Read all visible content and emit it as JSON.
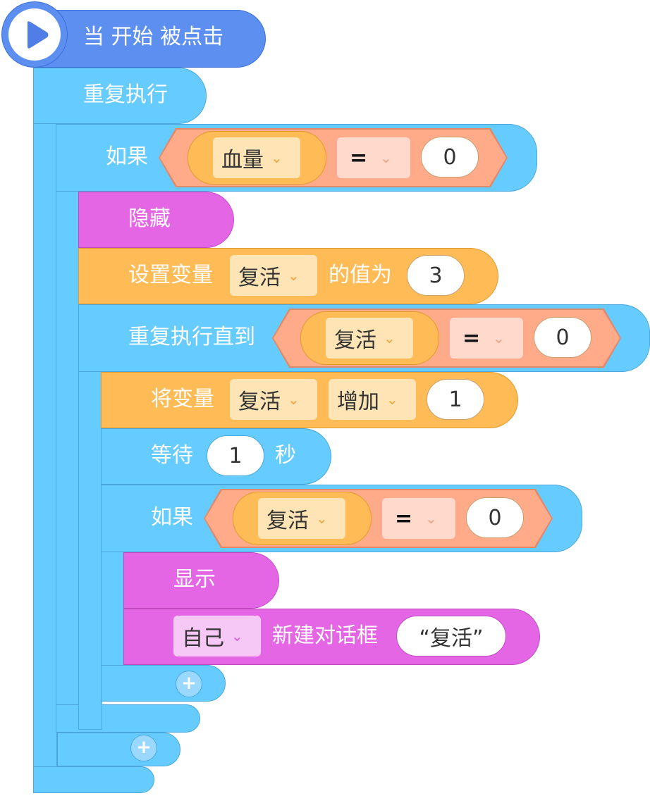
{
  "event": {
    "label": "当 开始 被点击",
    "icon": "play-icon"
  },
  "forever": {
    "label": "重复执行"
  },
  "if1": {
    "label": "如果",
    "variable": "血量",
    "operator": "=",
    "value": "0"
  },
  "hide": {
    "label": "隐藏"
  },
  "set_var": {
    "label": "设置变量",
    "variable": "复活",
    "mid_label": "的值为",
    "value": "3"
  },
  "repeat_until": {
    "label": "重复执行直到",
    "variable": "复活",
    "operator": "=",
    "value": "0"
  },
  "change_var": {
    "label": "将变量",
    "variable": "复活",
    "mode": "增加",
    "value": "1"
  },
  "wait": {
    "label": "等待",
    "value": "1",
    "unit": "秒"
  },
  "if2": {
    "label": "如果",
    "variable": "复活",
    "operator": "=",
    "value": "0"
  },
  "show": {
    "label": "显示"
  },
  "say": {
    "target": "自己",
    "label": "新建对话框",
    "text": "“复活”"
  },
  "add_symbol": "+",
  "colors": {
    "control": "#66ccff",
    "variable": "#ffbb55",
    "looks": "#e566e5",
    "event": "#5c8ff0",
    "operator": "#ffaa88"
  }
}
